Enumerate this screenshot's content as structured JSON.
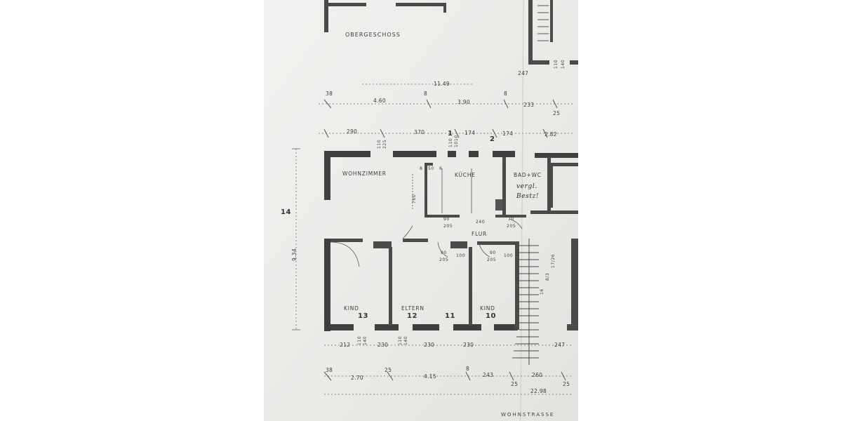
{
  "floor_title": "OBERGESCHOSS",
  "rooms": {
    "wohnzimmer": "WOHNZIMMER",
    "kueche": "KÜCHE",
    "bad_wc": "BAD+WC",
    "flur": "FLUR",
    "kind_left": "KIND",
    "eltern": "ELTERN",
    "kind_right": "KIND"
  },
  "handwritten_note": [
    "vergl.",
    "Bestz!"
  ],
  "room_numbers": [
    "1",
    "2",
    "13",
    "12",
    "11",
    "10",
    "14"
  ],
  "dimensions": {
    "top_total": "11.49",
    "top_row1": [
      "38",
      "4.60",
      "8",
      "3.90",
      "8",
      "233",
      "25"
    ],
    "top_row2": [
      "290",
      "370",
      "174",
      "174",
      "2.82"
    ],
    "top_window": [
      "110",
      "225"
    ],
    "top_window2": [
      "110",
      "1010"
    ],
    "upper_right": [
      "247",
      "110",
      "140"
    ],
    "left_total": "9.34",
    "kitchen_small": [
      "8",
      "50",
      "6"
    ],
    "wall_760": "760",
    "hall_top": [
      "90",
      "205",
      "240",
      "70",
      "205"
    ],
    "hall_doors": [
      "90",
      "205",
      "100",
      "90",
      "205",
      "100"
    ],
    "stair": [
      "16",
      "8/3",
      "17/26"
    ],
    "bottom_row1": [
      "212",
      "110",
      "140",
      "230",
      "110",
      "140",
      "230",
      "230",
      "247"
    ],
    "bottom_row2": [
      "38",
      "2.70",
      "25",
      "4.15",
      "8",
      "243",
      "25",
      "260",
      "25"
    ],
    "bottom_total": "22.98"
  },
  "street_label": "WOHNSTRASSE"
}
